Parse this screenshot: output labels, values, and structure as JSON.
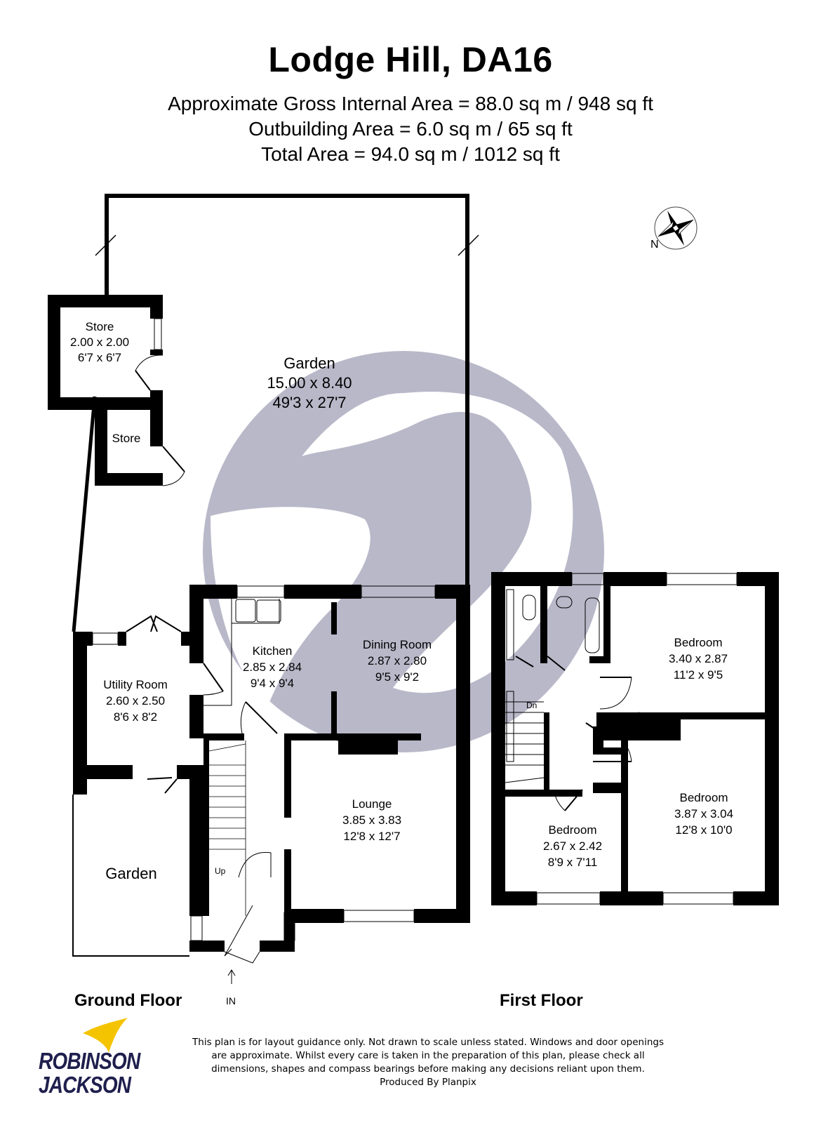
{
  "header": {
    "title": "Lodge Hill, DA16",
    "area_lines": [
      "Approximate Gross Internal Area =  88.0 sq m / 948 sq ft",
      "Outbuilding Area = 6.0 sq m / 65 sq ft",
      "Total Area = 94.0 sq m / 1012 sq ft"
    ]
  },
  "compass": {
    "icon": "compass-rose-icon",
    "label": "N"
  },
  "ground_floor": {
    "label": "Ground Floor",
    "entrance_label": "IN",
    "stairs_label": "Up",
    "rooms": [
      {
        "name": "Garden",
        "metric": "15.00 x 8.40",
        "imperial": "49'3 x 27'7"
      },
      {
        "name": "Store",
        "metric": "2.00 x 2.00",
        "imperial": "6'7 x 6'7"
      },
      {
        "name": "Store",
        "metric": "",
        "imperial": ""
      },
      {
        "name": "Utility Room",
        "metric": "2.60 x 2.50",
        "imperial": "8'6 x 8'2"
      },
      {
        "name": "Kitchen",
        "metric": "2.85 x 2.84",
        "imperial": "9'4 x 9'4"
      },
      {
        "name": "Dining Room",
        "metric": "2.87 x 2.80",
        "imperial": "9'5 x 9'2"
      },
      {
        "name": "Lounge",
        "metric": "3.85 x 3.83",
        "imperial": "12'8 x 12'7"
      },
      {
        "name": "Garden",
        "metric": "",
        "imperial": ""
      }
    ]
  },
  "first_floor": {
    "label": "First Floor",
    "stairs_label": "Dn",
    "rooms": [
      {
        "name": "Bedroom",
        "metric": "3.40 x 2.87",
        "imperial": "11'2 x 9'5"
      },
      {
        "name": "Bedroom",
        "metric": "3.87 x 3.04",
        "imperial": "12'8 x 10'0"
      },
      {
        "name": "Bedroom",
        "metric": "2.67 x 2.42",
        "imperial": "8'9 x 7'11"
      }
    ]
  },
  "footer": {
    "disclaimer": [
      "This plan is for layout guidance only. Not drawn to scale unless stated. Windows and door openings",
      "are approximate. Whilst every care is taken in the preparation of this plan, please check all",
      "dimensions, shapes and compass bearings before making any decisions reliant upon them.",
      "Produced By Planpix"
    ],
    "logo": {
      "line1": "ROBINSON",
      "line2": "JACKSON",
      "brand_color": "#1f1f4e",
      "bird_color": "#f5c400"
    }
  },
  "colors": {
    "wall": "#000000",
    "watermark": "#b9b8c9",
    "background": "#ffffff"
  }
}
